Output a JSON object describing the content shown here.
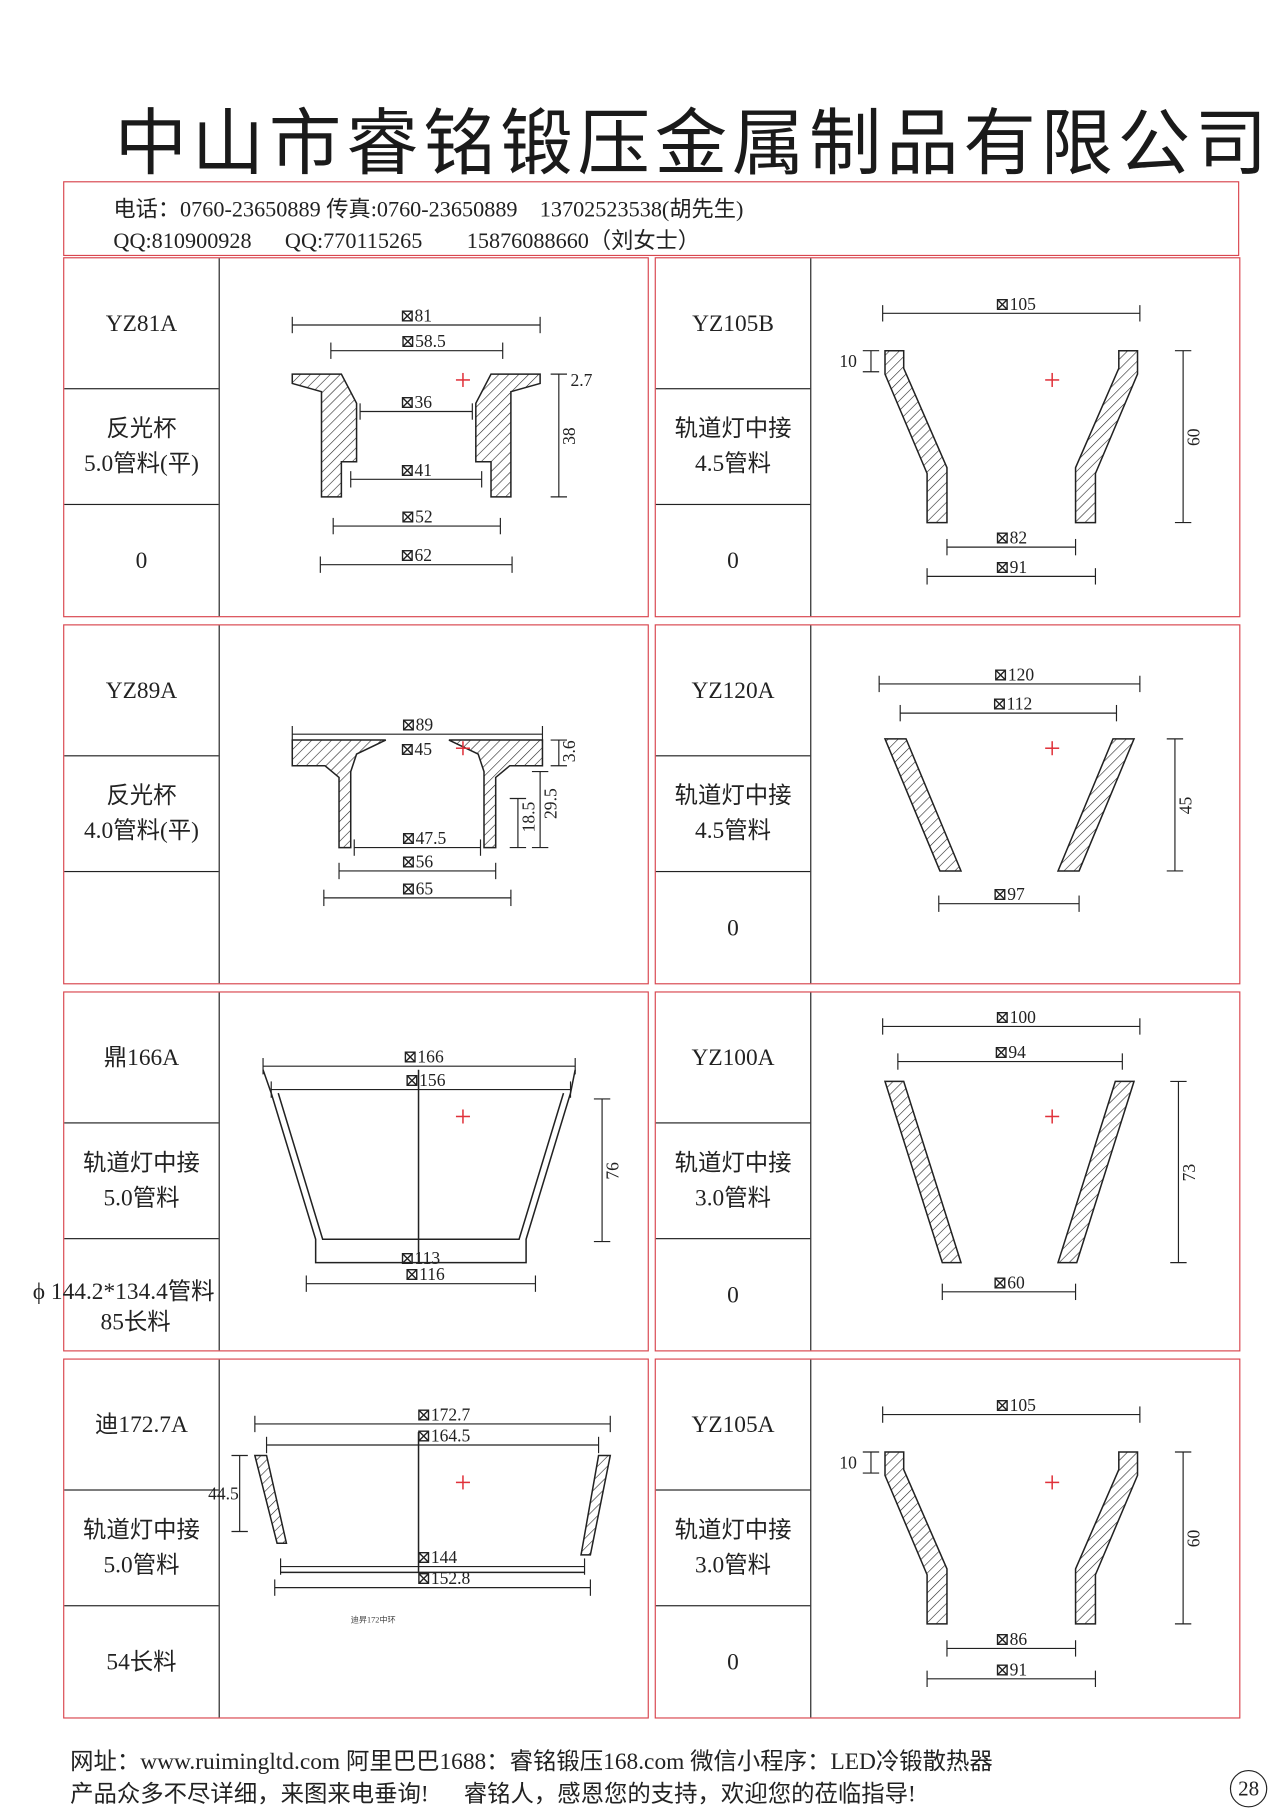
{
  "title": "中山市睿铭锻压金属制品有限公司",
  "contact": {
    "line1": "电话：0760-23650889 传真:0760-23650889    13702523538(胡先生)",
    "line2": "QQ:810900928      QQ:770115265        15876088660（刘女士）"
  },
  "products": [
    {
      "code": "YZ81A",
      "line1": "反光杯",
      "line2": "5.0管料(平)",
      "note": "0",
      "dims": [
        "⊠81",
        "⊠58.5",
        "⊠36",
        "⊠41",
        "⊠52",
        "⊠62",
        "38",
        "2.7"
      ]
    },
    {
      "code": "YZ105B",
      "line1": "轨道灯中接",
      "line2": "4.5管料",
      "note": "0",
      "dims": [
        "⊠105",
        "10",
        "60",
        "⊠82",
        "⊠91"
      ]
    },
    {
      "code": "YZ89A",
      "line1": "反光杯",
      "line2": "4.0管料(平)",
      "note": "",
      "dims": [
        "⊠89",
        "⊠47.5",
        "⊠56",
        "⊠65",
        "3.6",
        "18.5",
        "29.5",
        "⊠45"
      ]
    },
    {
      "code": "YZ120A",
      "line1": "轨道灯中接",
      "line2": "4.5管料",
      "note": "0",
      "dims": [
        "⊠120",
        "⊠112",
        "45",
        "⊠97"
      ]
    },
    {
      "code": "鼎166A",
      "line1": "轨道灯中接",
      "line2": "5.0管料",
      "note_line1": "ϕ 144.2*134.4管料",
      "note_line2": "85长料",
      "dims": [
        "⊠166",
        "⊠156",
        "76",
        "⊠113",
        "⊠116"
      ]
    },
    {
      "code": "YZ100A",
      "line1": "轨道灯中接",
      "line2": "3.0管料",
      "note": "0",
      "dims": [
        "⊠100",
        "⊠94",
        "73",
        "⊠60"
      ]
    },
    {
      "code": "迪172.7A",
      "line1": "轨道灯中接",
      "line2": "5.0管料",
      "note": "54长料",
      "caption": "迪昇172中环",
      "dims": [
        "⊠172.7",
        "⊠164.5",
        "44.5",
        "⊠144",
        "⊠152.8"
      ]
    },
    {
      "code": "YZ105A",
      "line1": "轨道灯中接",
      "line2": "3.0管料",
      "note": "0",
      "dims": [
        "⊠105",
        "10",
        "60",
        "⊠86",
        "⊠91"
      ]
    }
  ],
  "footer": {
    "line1": "网址：www.ruimingltd.com 阿里巴巴1688：睿铭锻压168.com 微信小程序：LED冷锻散热器",
    "line2": "产品众多不尽详细，来图来电垂询!      睿铭人，感恩您的支持，欢迎您的莅临指导!",
    "page": "28"
  },
  "colors": {
    "border": "#d9464f",
    "mark": "#e0313a",
    "ink": "#222222"
  }
}
